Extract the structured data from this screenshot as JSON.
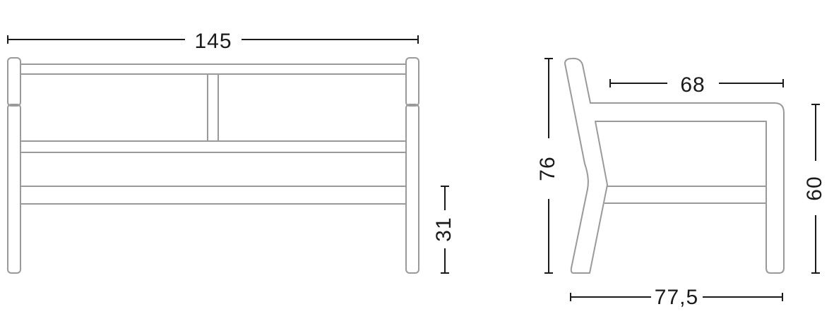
{
  "front_view": {
    "width_label": "145",
    "seat_height_label": "31"
  },
  "side_view": {
    "height_label": "76",
    "arm_depth_label": "68",
    "arm_height_label": "60",
    "depth_label": "77,5"
  },
  "colors": {
    "outline": "#9a9a9a",
    "dimension": "#1a1a1a"
  }
}
